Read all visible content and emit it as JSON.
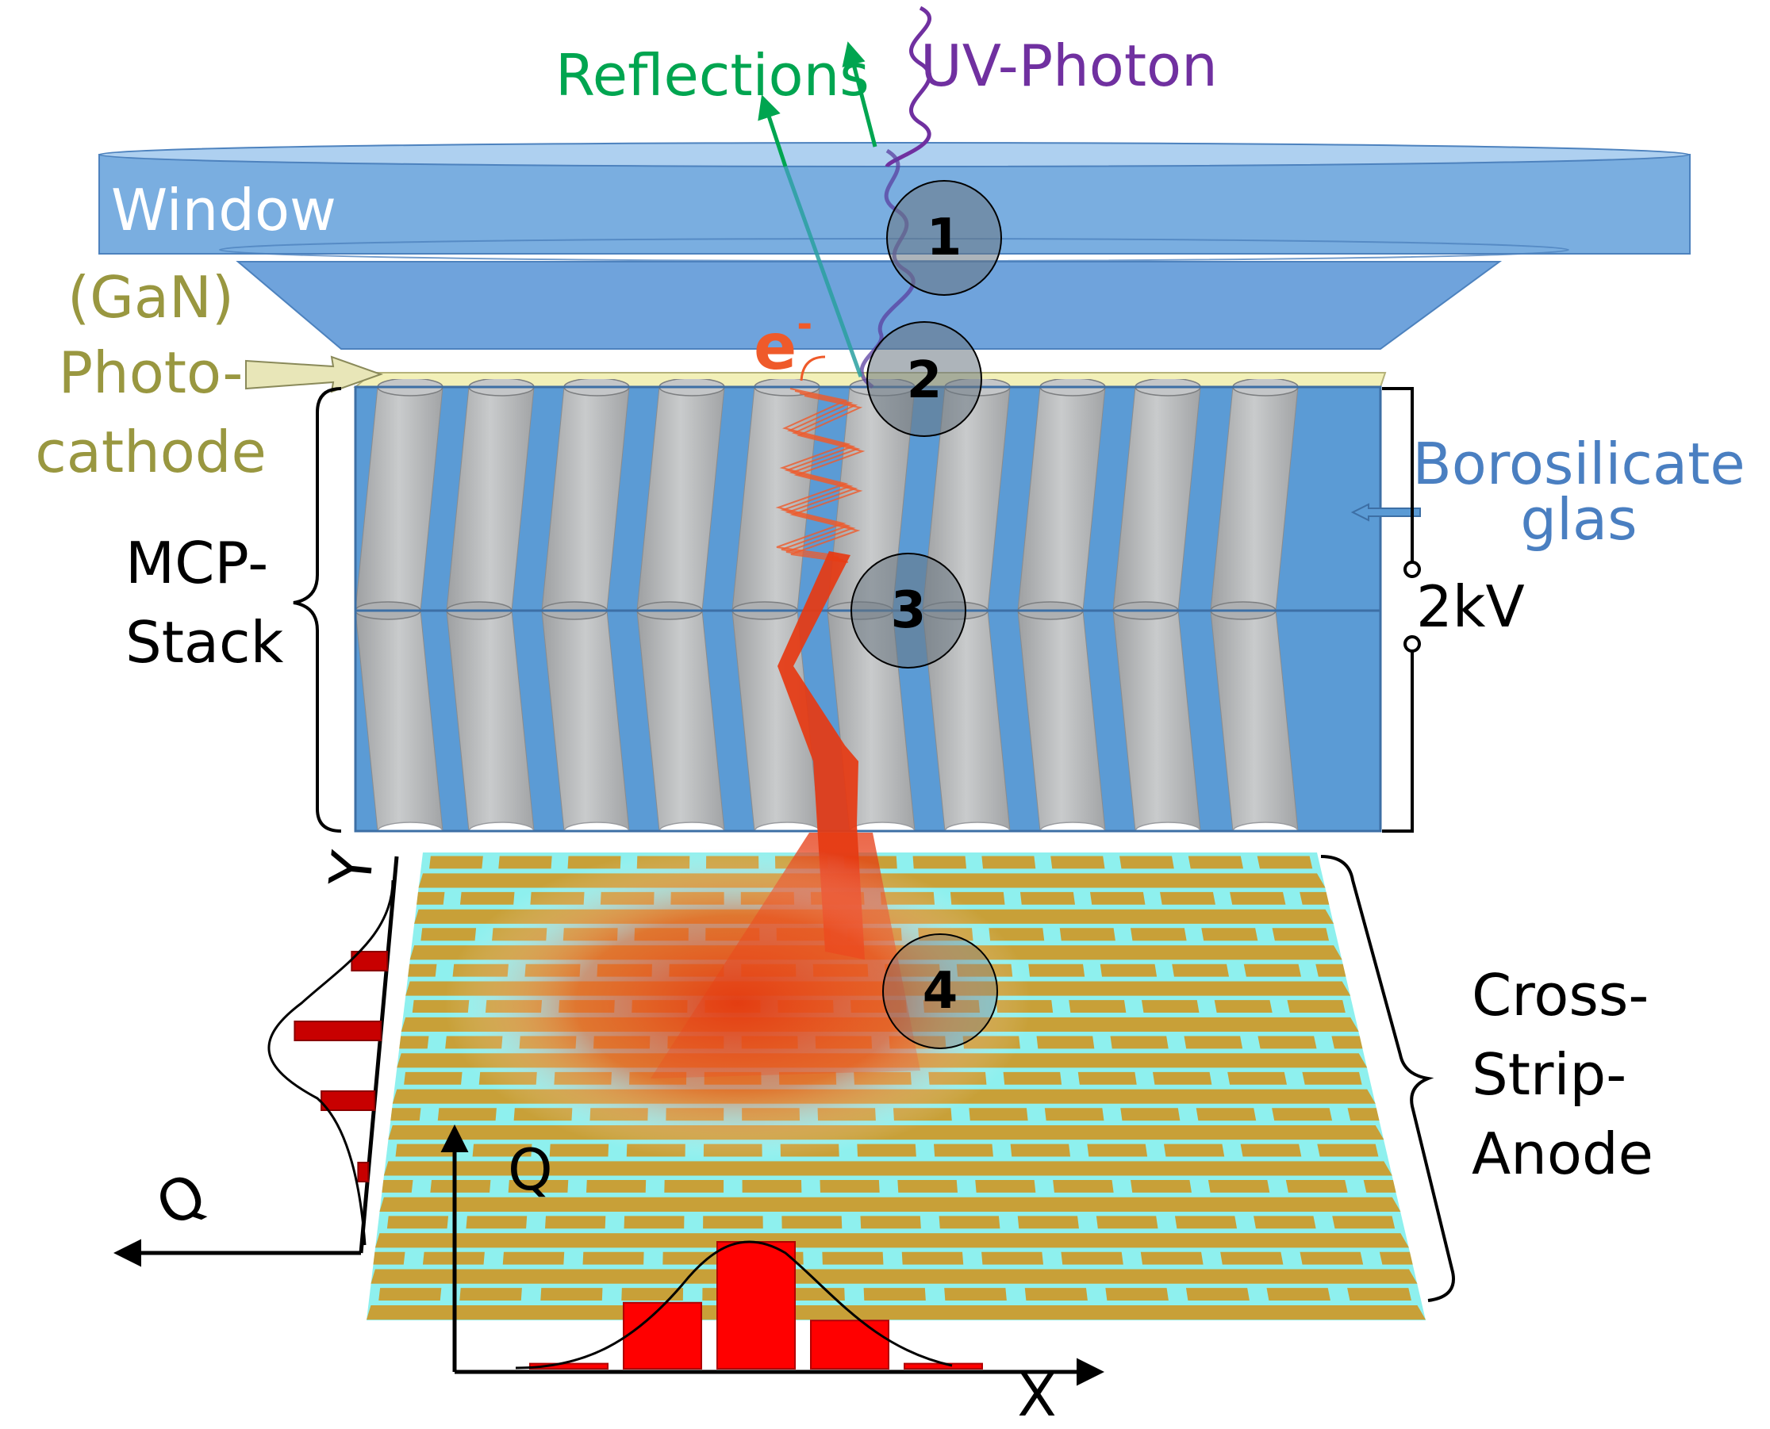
{
  "labels": {
    "reflections": "Reflections",
    "uv_photon": "UV-Photon",
    "window": "Window",
    "photocathode_line1": "(GaN)",
    "photocathode_line2": "Photo-",
    "photocathode_line3": "cathode",
    "electron": "e",
    "electron_sup": "-",
    "mcp_line1": "MCP-",
    "mcp_line2": "Stack",
    "borosilicate_line1": "Borosilicate",
    "borosilicate_line2": "glas",
    "voltage": "2kV",
    "anode_line1": "Cross-",
    "anode_line2": "Strip-",
    "anode_line3": "Anode",
    "axis_y": "Y",
    "axis_q_left": "Q",
    "axis_q": "Q",
    "axis_x": "X"
  },
  "steps": [
    "1",
    "2",
    "3",
    "4"
  ],
  "charge_distribution": {
    "x_profile": [
      0.04,
      0.52,
      1.0,
      0.38,
      0.04
    ],
    "y_profile": [
      0.28,
      0.68,
      0.42,
      0.08
    ]
  },
  "colors": {
    "window": "#6fa3dc",
    "mcp_glass": "#5b9bd5",
    "pore": "#b7b9bb",
    "photocathode": "#f2f0b8",
    "anode_strip": "#c8a038",
    "anode_gap": "#8ef0ee",
    "electron_cloud": "#e8401c",
    "photon": "#7030a0",
    "reflection": "#00a550",
    "photocathode_label": "#999740",
    "borosilicate_label": "#4a7fc1",
    "bar": "#ff0000"
  }
}
